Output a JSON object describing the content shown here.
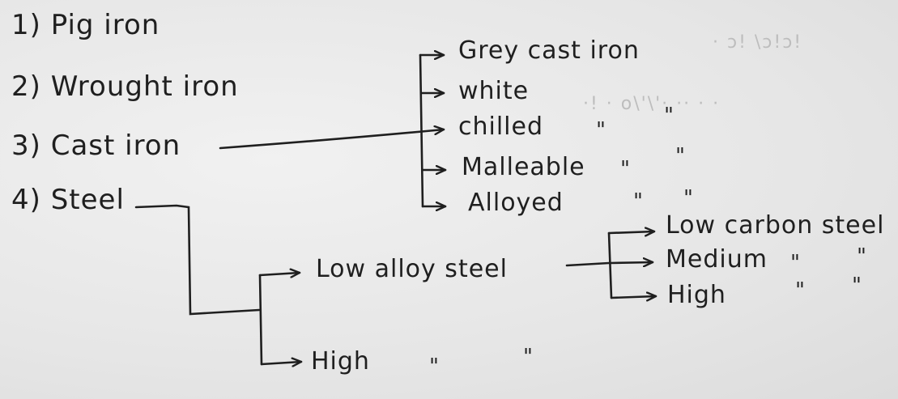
{
  "list": {
    "item1": "1) Pig iron",
    "item2": "2) Wrought iron",
    "item3": "3) Cast iron",
    "item4": "4) Steel"
  },
  "cast_iron_types": {
    "grey": "Grey cast iron",
    "white": "white",
    "chilled": "chilled",
    "malleable": "Malleable",
    "alloyed": "Alloyed"
  },
  "steel_types": {
    "low_alloy": "Low alloy steel",
    "high": "High"
  },
  "low_alloy_types": {
    "low_carbon": "Low carbon steel",
    "medium": "Medium",
    "high": "High"
  },
  "ditto_mark": "\""
}
